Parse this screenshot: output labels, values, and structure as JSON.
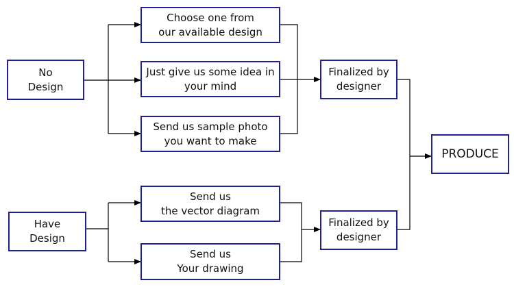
{
  "colors": {
    "box_border": "#1f1f8f",
    "line": "#000000",
    "text": "#111111"
  },
  "nodes": {
    "no_design": "No\nDesign",
    "have_design": "Have\nDesign",
    "choose_design": "Choose one from\nour available design",
    "give_idea": "Just give us some idea in\nyour mind",
    "send_photo": "Send us sample photo\nyou want to make",
    "send_vector": "Send us\nthe vector diagram",
    "send_drawing": "Send us\nYour drawing",
    "finalized_top": "Finalized by\ndesigner",
    "finalized_bottom": "Finalized by\ndesigner",
    "produce": "PRODUCE"
  }
}
